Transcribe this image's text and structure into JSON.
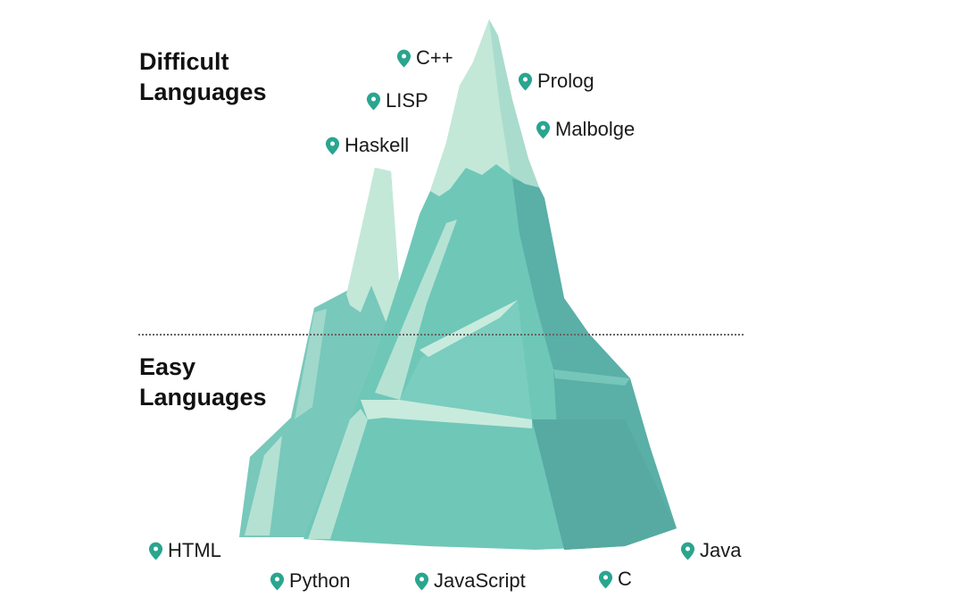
{
  "sections": {
    "difficult": [
      "Difficult",
      "Languages"
    ],
    "easy": [
      "Easy",
      "Languages"
    ]
  },
  "languages": {
    "cpp": "C++",
    "prolog": "Prolog",
    "lisp": "LISP",
    "malbolge": "Malbolge",
    "haskell": "Haskell",
    "html": "HTML",
    "java": "Java",
    "python": "Python",
    "javascript": "JavaScript",
    "c": "C"
  },
  "colors": {
    "pin": "#2aa58f",
    "mountain_light": "#c3e8d8",
    "mountain_mid": "#72c8ba",
    "mountain_dark": "#5aafa7",
    "divider": "#666666",
    "text": "#1a1a1a"
  },
  "icons": {
    "pin": "map-pin-icon"
  }
}
